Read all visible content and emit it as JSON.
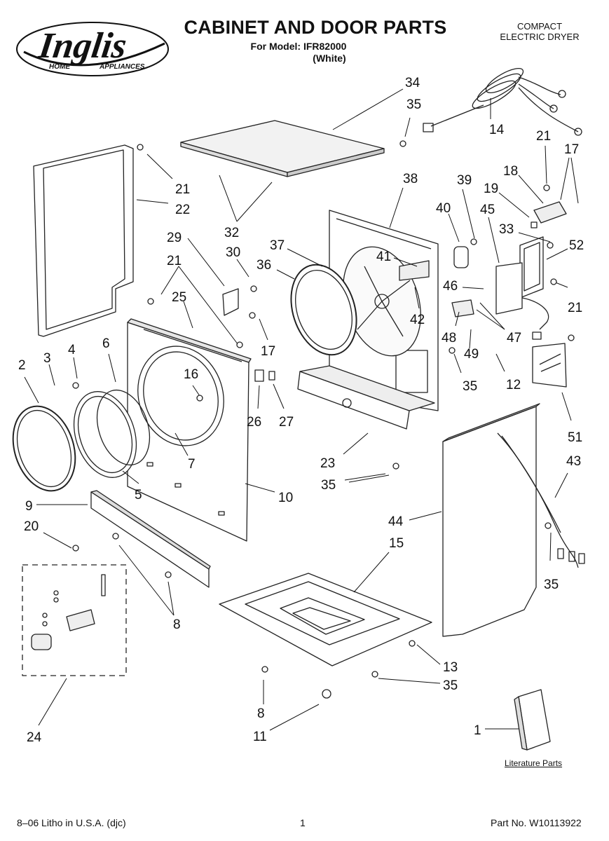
{
  "header": {
    "brand": "Inglis",
    "brand_sub_left": "HOME",
    "brand_sub_right": "APPLIANCES",
    "title": "CABINET AND DOOR PARTS",
    "model": "For Model: IFR82000",
    "color": "(White)",
    "product_line1": "COMPACT",
    "product_line2": "ELECTRIC DRYER"
  },
  "callouts": [
    {
      "id": "c34",
      "text": "34"
    },
    {
      "id": "c35a",
      "text": "35"
    },
    {
      "id": "c14",
      "text": "14"
    },
    {
      "id": "c21a",
      "text": "21"
    },
    {
      "id": "c17a",
      "text": "17"
    },
    {
      "id": "c21b",
      "text": "21"
    },
    {
      "id": "c22",
      "text": "22"
    },
    {
      "id": "c32",
      "text": "32"
    },
    {
      "id": "c38",
      "text": "38"
    },
    {
      "id": "c39",
      "text": "39"
    },
    {
      "id": "c18",
      "text": "18"
    },
    {
      "id": "c19",
      "text": "19"
    },
    {
      "id": "c40",
      "text": "40"
    },
    {
      "id": "c45",
      "text": "45"
    },
    {
      "id": "c33",
      "text": "33"
    },
    {
      "id": "c52",
      "text": "52"
    },
    {
      "id": "c29",
      "text": "29"
    },
    {
      "id": "c30",
      "text": "30"
    },
    {
      "id": "c37",
      "text": "37"
    },
    {
      "id": "c36",
      "text": "36"
    },
    {
      "id": "c41",
      "text": "41"
    },
    {
      "id": "c21c",
      "text": "21"
    },
    {
      "id": "c25",
      "text": "25"
    },
    {
      "id": "c46",
      "text": "46"
    },
    {
      "id": "c21d",
      "text": "21"
    },
    {
      "id": "c42",
      "text": "42"
    },
    {
      "id": "c17b",
      "text": "17"
    },
    {
      "id": "c48",
      "text": "48"
    },
    {
      "id": "c47",
      "text": "47"
    },
    {
      "id": "c2",
      "text": "2"
    },
    {
      "id": "c3",
      "text": "3"
    },
    {
      "id": "c4",
      "text": "4"
    },
    {
      "id": "c6",
      "text": "6"
    },
    {
      "id": "c16",
      "text": "16"
    },
    {
      "id": "c49",
      "text": "49"
    },
    {
      "id": "c35b",
      "text": "35"
    },
    {
      "id": "c12",
      "text": "12"
    },
    {
      "id": "c26",
      "text": "26"
    },
    {
      "id": "c27",
      "text": "27"
    },
    {
      "id": "c51",
      "text": "51"
    },
    {
      "id": "c7",
      "text": "7"
    },
    {
      "id": "c23",
      "text": "23"
    },
    {
      "id": "c43",
      "text": "43"
    },
    {
      "id": "c35c",
      "text": "35"
    },
    {
      "id": "c5",
      "text": "5"
    },
    {
      "id": "c10",
      "text": "10"
    },
    {
      "id": "c9",
      "text": "9"
    },
    {
      "id": "c44",
      "text": "44"
    },
    {
      "id": "c20",
      "text": "20"
    },
    {
      "id": "c15",
      "text": "15"
    },
    {
      "id": "c35d",
      "text": "35"
    },
    {
      "id": "c8a",
      "text": "8"
    },
    {
      "id": "c13",
      "text": "13"
    },
    {
      "id": "c35e",
      "text": "35"
    },
    {
      "id": "c8b",
      "text": "8"
    },
    {
      "id": "c11",
      "text": "11"
    },
    {
      "id": "c1",
      "text": "1"
    },
    {
      "id": "c24",
      "text": "24"
    }
  ],
  "literature_label": "Literature Parts",
  "footer": {
    "left": "8–06 Litho in U.S.A. (djc)",
    "page": "1",
    "part_no": "Part No. W10113922"
  }
}
